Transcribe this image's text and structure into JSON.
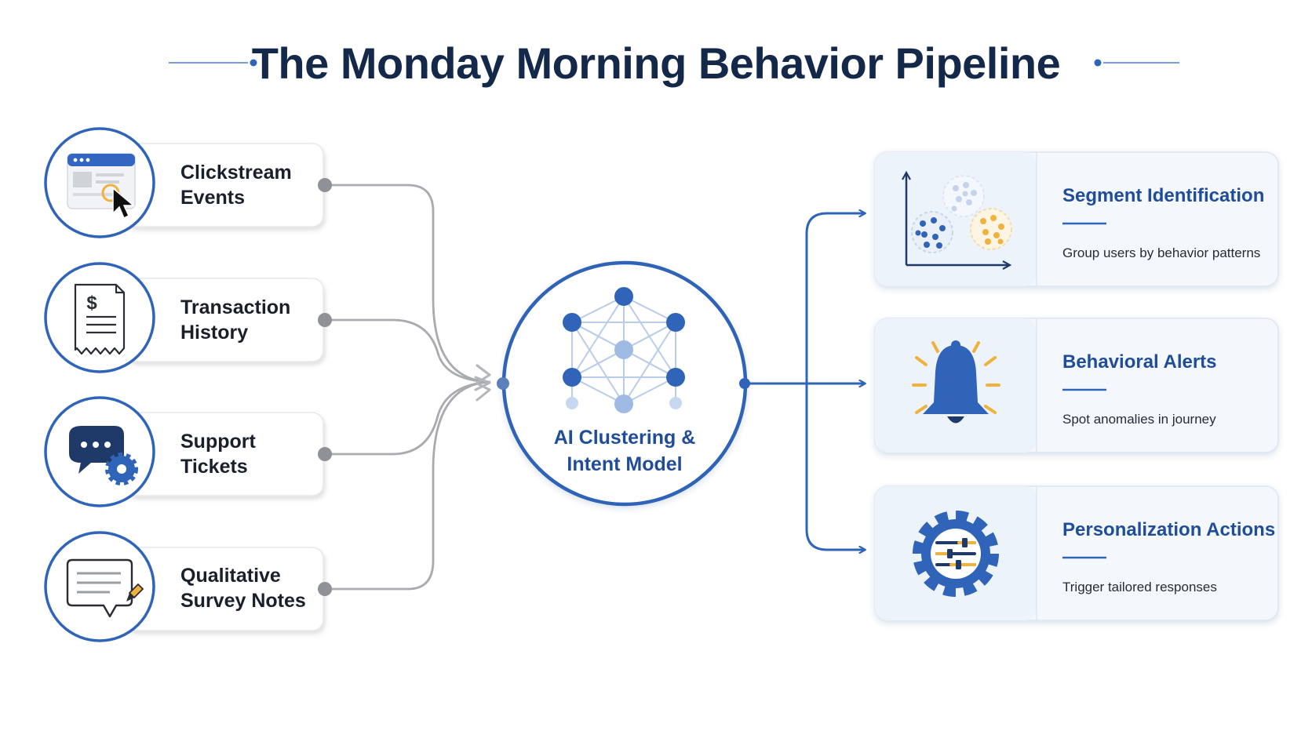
{
  "title": "The Monday Morning Behavior Pipeline",
  "sources": [
    {
      "line1": "Clickstream",
      "line2": "Events",
      "icon": "browser-cursor-icon"
    },
    {
      "line1": "Transaction",
      "line2": "History",
      "icon": "receipt-dollar-icon"
    },
    {
      "line1": "Support",
      "line2": "Tickets",
      "icon": "chat-gear-icon"
    },
    {
      "line1": "Qualitative",
      "line2": "Survey Notes",
      "icon": "note-pencil-icon"
    }
  ],
  "hub": {
    "line1": "AI Clustering &",
    "line2": "Intent Model",
    "icon": "neural-network-icon"
  },
  "outputs": [
    {
      "title": "Segment Identification",
      "desc": "Group users by behavior patterns",
      "icon": "cluster-scatter-icon"
    },
    {
      "title": "Behavioral Alerts",
      "desc": "Spot anomalies in journey",
      "icon": "bell-icon"
    },
    {
      "title": "Personalization Actions",
      "desc": "Trigger tailored responses",
      "icon": "gear-sliders-icon"
    }
  ],
  "colors": {
    "accent": "#2f64b8",
    "navy": "#14284a",
    "amber": "#f0b23e",
    "connector": "#a9abb0"
  }
}
